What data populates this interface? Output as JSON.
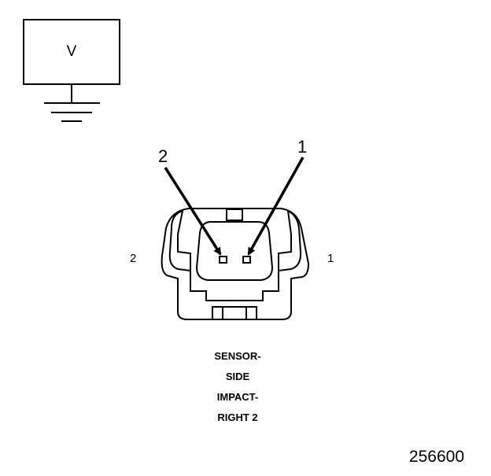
{
  "diagram": {
    "voltmeter_label": "V",
    "arrow_labels": [
      "2",
      "1"
    ],
    "side_labels": {
      "left": "2",
      "right": "1"
    },
    "caption_lines": [
      "SENSOR-",
      "SIDE",
      "IMPACT-",
      "RIGHT 2"
    ],
    "figure_id": "256600"
  }
}
